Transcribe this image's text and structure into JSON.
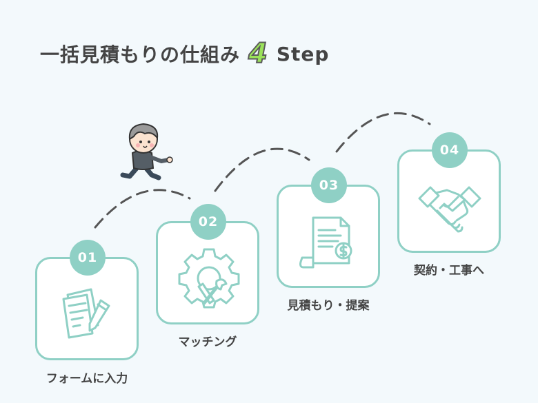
{
  "title": {
    "prefix": "一括見積もりの仕組み",
    "number": "4",
    "suffix": "Step"
  },
  "colors": {
    "accent": "#8fd0c5",
    "number_fill": "#9be25a",
    "background": "#f3f9fc"
  },
  "steps": [
    {
      "badge": "01",
      "label": "フォームに入力",
      "icon": "form-pen-icon"
    },
    {
      "badge": "02",
      "label": "マッチング",
      "icon": "gear-tools-icon"
    },
    {
      "badge": "03",
      "label": "見積もり・提案",
      "icon": "quote-document-icon"
    },
    {
      "badge": "04",
      "label": "契約・工事へ",
      "icon": "handshake-icon"
    }
  ],
  "illustration": "running-boy-icon"
}
